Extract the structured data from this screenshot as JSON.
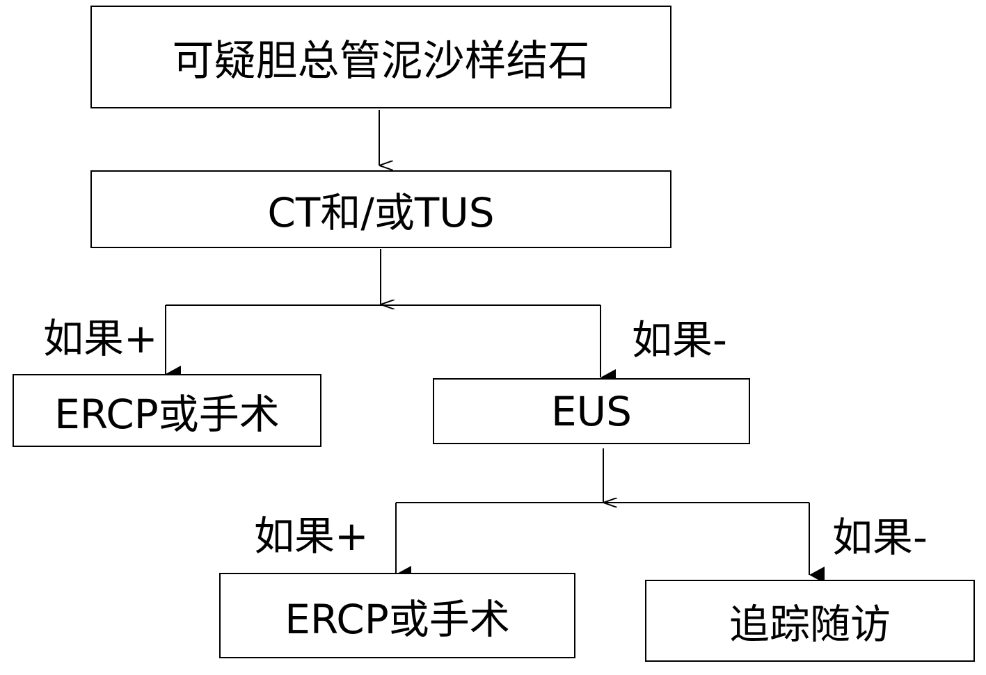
{
  "diagram": {
    "nodes": {
      "suspect": "可疑胆总管泥沙样结石",
      "imaging": "CT和/或TUS",
      "treat1": "ERCP或手术",
      "eus": "EUS",
      "treat2": "ERCP或手术",
      "follow": "追踪随访"
    },
    "labels": {
      "pos1": "如果+",
      "neg1": "如果-",
      "pos2": "如果+",
      "neg2": "如果-"
    }
  },
  "colors": {
    "stroke": "#000000",
    "background": "#ffffff"
  }
}
